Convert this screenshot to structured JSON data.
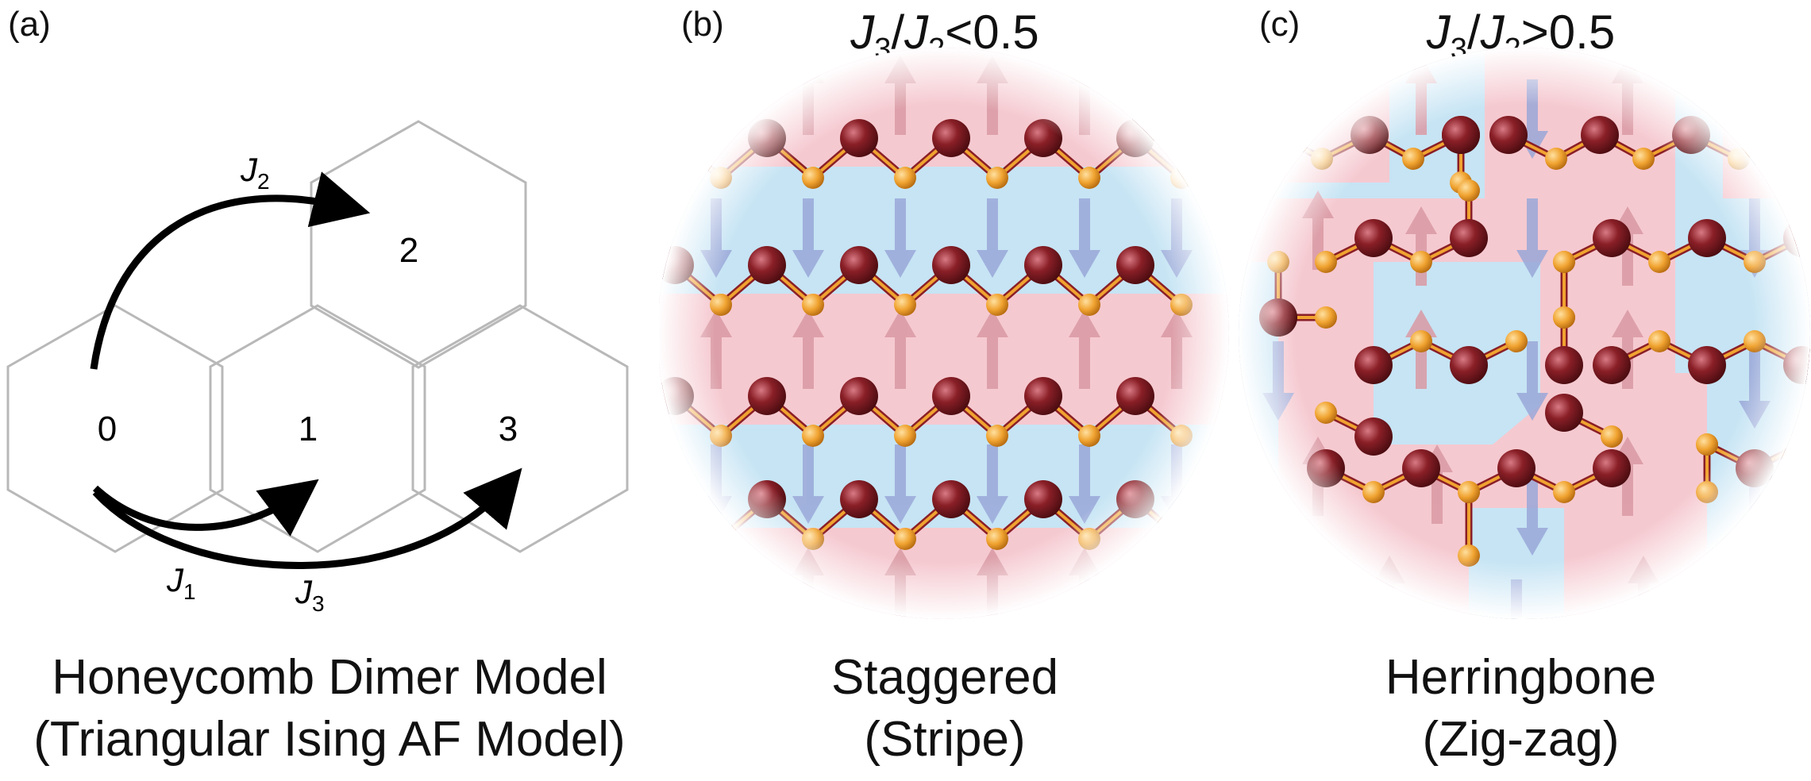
{
  "panel_a": {
    "letter": "(a)",
    "cells": [
      "0",
      "1",
      "2",
      "3"
    ],
    "couplings": {
      "j1": "1",
      "j2": "2",
      "j3": "3",
      "symbol": "J"
    },
    "caption_line1": "Honeycomb Dimer Model",
    "caption_line2": "(Triangular Ising AF Model)"
  },
  "panel_b": {
    "letter": "(b)",
    "cond_num": "3",
    "cond_den": "2",
    "cond_rel": "<0.5",
    "caption_line1": "Staggered",
    "caption_line2": "(Stripe)"
  },
  "panel_c": {
    "letter": "(c)",
    "cond_num": "3",
    "cond_den": "2",
    "cond_rel": ">0.5",
    "caption_line1": "Herringbone",
    "caption_line2": "(Zig-zag)"
  },
  "colors": {
    "up_region": "#f5c9d0",
    "down_region": "#c6e4f4",
    "up_arrow": "#d99aa4",
    "down_arrow": "#9aa8d8",
    "large_atom": "#7d1a1f",
    "small_atom": "#f0a330",
    "hex_outline": "#b8b8b8",
    "arrow_black": "#000000"
  },
  "icons": {
    "spin_up": "up-arrow-icon",
    "spin_down": "down-arrow-icon"
  }
}
